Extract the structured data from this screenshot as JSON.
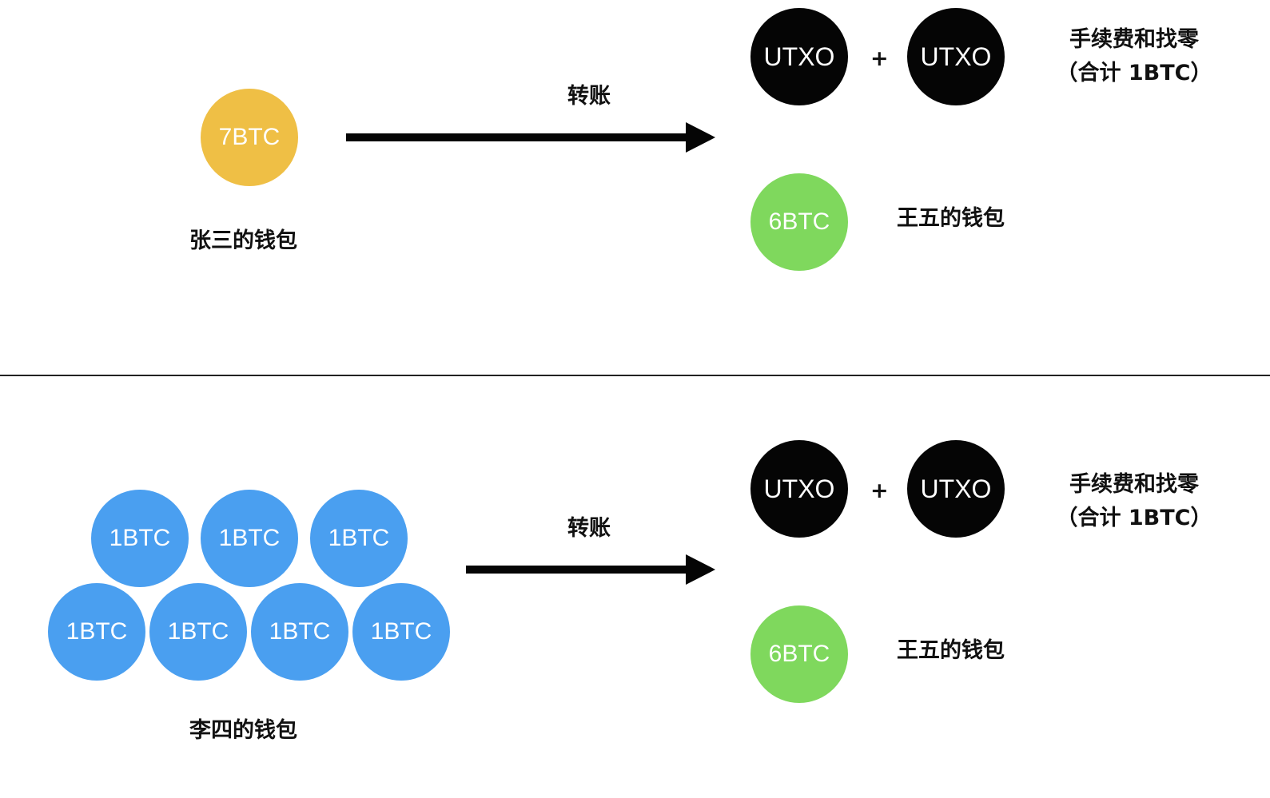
{
  "top": {
    "source_coin": "7BTC",
    "source_wallet": "张三的钱包",
    "transfer_label": "转账",
    "utxo_1": "UTXO",
    "plus": "+",
    "utxo_2": "UTXO",
    "fee_line_1": "手续费和找零",
    "fee_line_2": "（合计 1BTC）",
    "dest_coin": "6BTC",
    "dest_wallet": "王五的钱包"
  },
  "bottom": {
    "source_coins": [
      "1BTC",
      "1BTC",
      "1BTC",
      "1BTC",
      "1BTC",
      "1BTC",
      "1BTC"
    ],
    "source_wallet": "李四的钱包",
    "transfer_label": "转账",
    "utxo_1": "UTXO",
    "plus": "+",
    "utxo_2": "UTXO",
    "fee_line_1": "手续费和找零",
    "fee_line_2": "（合计 1BTC）",
    "dest_coin": "6BTC",
    "dest_wallet": "王五的钱包"
  },
  "colors": {
    "source_single": "#efbf45",
    "source_multi": "#4a9ff0",
    "destination": "#7fd85d",
    "utxo": "#050505"
  }
}
